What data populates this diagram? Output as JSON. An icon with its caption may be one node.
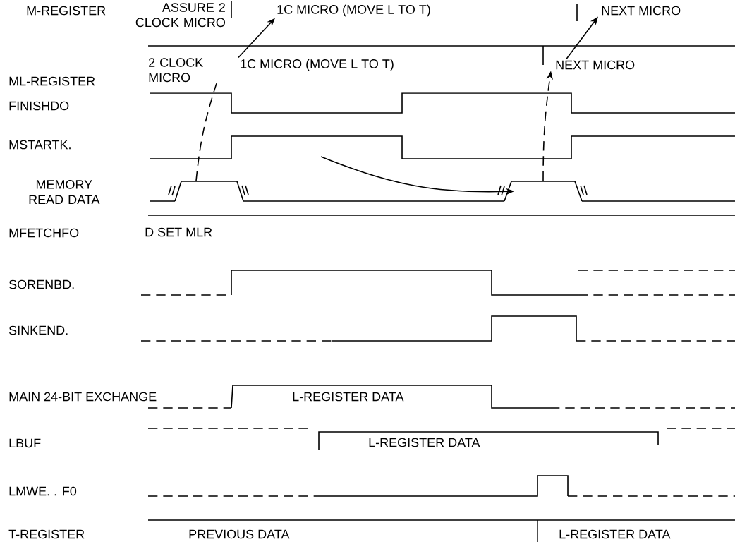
{
  "diagram": {
    "nodes": [
      {
        "text": [
          "1C MICRO (MOVE L TO T)"
        ]
      },
      {
        "text": [
          "NEXT MICRO"
        ]
      },
      {
        "text": [
          "2 CLOCK MICRO"
        ]
      },
      {
        "text": [
          "1C MICRO (MOVE L TO T)"
        ]
      },
      {
        "text": [
          "NEXT MICRO"
        ]
      },
      {
        "text": [],
        "shape": "pulse"
      },
      {
        "text": [],
        "shape": "pulse"
      }
    ],
    "edges": [
      {
        "from": 3,
        "to": 0,
        "arrow": "to"
      },
      {
        "from": 4,
        "to": 1,
        "arrow": "to"
      },
      {
        "from": 5,
        "to": 2,
        "arrow": "none",
        "style": "dashed"
      },
      {
        "from": 6,
        "to": 4,
        "arrow": "to",
        "style": "dashed"
      },
      {
        "from": null,
        "to": 6,
        "arrow": "to"
      }
    ],
    "labels": [
      "M-REGISTER",
      "ASSURE 2 CLOCK MICRO",
      "ML-REGISTER",
      "FINISHDO",
      "MSTARTK.",
      "MEMORY READ DATA",
      "MFETCHFO",
      "D SET MLR",
      "SORENBD.",
      "SINKEND.",
      "MAIN 24-BIT EXCHANGE",
      "L-REGISTER DATA",
      "LBUF",
      "L-REGISTER DATA",
      "LMWE. . F0",
      "T-REGISTER",
      "PREVIOUS DATA",
      "L-REGISTER DATA"
    ]
  }
}
